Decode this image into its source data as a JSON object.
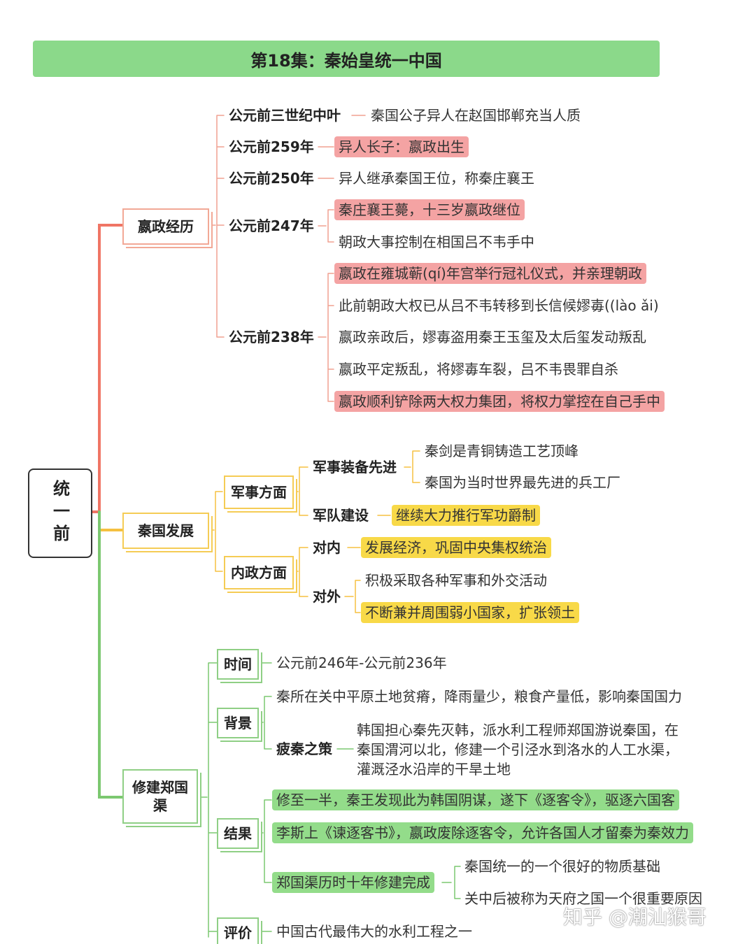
{
  "title": "第18集：秦始皇统一中国",
  "root": "统一前",
  "branches": {
    "yingzheng": {
      "label": "嬴政经历",
      "items": [
        {
          "date": "公元前三世纪中叶",
          "events": [
            "秦国公子异人在赵国邯郸充当人质"
          ]
        },
        {
          "date": "公元前259年",
          "events": [
            "异人长子：嬴政出生"
          ]
        },
        {
          "date": "公元前250年",
          "events": [
            "异人继承秦国王位，称秦庄襄王"
          ]
        },
        {
          "date": "公元前247年",
          "events": [
            "秦庄襄王薨，十三岁嬴政继位",
            "朝政大事控制在相国吕不韦手中"
          ]
        },
        {
          "date": "公元前238年",
          "events": [
            "嬴政在雍城蕲(qí)年宫举行冠礼仪式，并亲理朝政",
            "此前朝政大权已从吕不韦转移到长信候嫪毐((lào ǎi)",
            "嬴政亲政后，嫪毐盗用秦王玉玺及太后玺发动叛乱",
            "嬴政平定叛乱，将嫪毐车裂，吕不韦畏罪自杀",
            "嬴政顺利铲除两大权力集团，将权力掌控在自己手中"
          ]
        }
      ]
    },
    "development": {
      "label": "秦国发展",
      "military": {
        "label": "军事方面",
        "equipment": {
          "label": "军事装备先进",
          "items": [
            "秦剑是青铜铸造工艺顶峰",
            "秦国为当时世界最先进的兵工厂"
          ]
        },
        "army": {
          "label": "军队建设",
          "item": "继续大力推行军功爵制"
        }
      },
      "domestic": {
        "label": "内政方面",
        "inner": {
          "label": "对内",
          "item": "发展经济，巩固中央集权统治"
        },
        "outer": {
          "label": "对外",
          "items": [
            "积极采取各种军事和外交活动",
            "不断兼并周围弱小国家，扩张领土"
          ]
        }
      }
    },
    "canal": {
      "label": "修建郑国渠",
      "time": {
        "label": "时间",
        "text": "公元前246年-公元前236年"
      },
      "background": {
        "label": "背景",
        "item": "秦所在关中平原土地贫瘠，降雨量少，粮食产量低，影响秦国国力",
        "strategy": {
          "label": "疲秦之策",
          "lines": [
            "韩国担心秦先灭韩，派水利工程师郑国游说秦国，在",
            "秦国渭河以北，修建一个引泾水到洛水的人工水渠，",
            "灌溉泾水沿岸的干旱土地"
          ]
        }
      },
      "result": {
        "label": "结果",
        "items": [
          "修至一半，秦王发现此为韩国阴谋，遂下《逐客令》，驱逐六国客",
          "李斯上《谏逐客书》，嬴政废除逐客令，允许各国人才留秦为秦效力"
        ],
        "completed": {
          "label": "郑国渠历时十年修建完成",
          "items": [
            "秦国统一的一个很好的物质基础",
            "关中后被称为天府之国一个很重要原因"
          ]
        }
      },
      "evaluation": {
        "label": "评价",
        "text": "中国古代最伟大的水利工程之一"
      }
    }
  },
  "watermark": "知乎 @潮汕猴哥",
  "colors": {
    "red": "#f07565",
    "orange": "#f5c040",
    "green": "#7cc870",
    "title_bg": "#8bd98a"
  }
}
